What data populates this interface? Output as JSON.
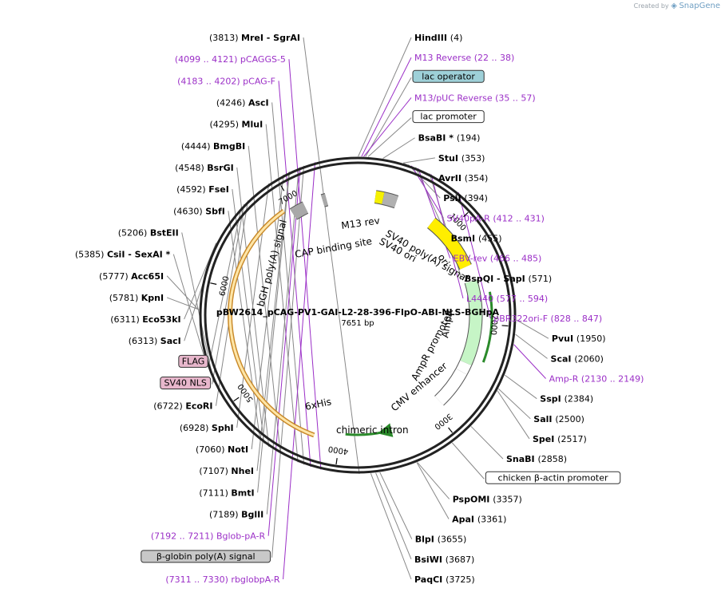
{
  "app": {
    "credit_prefix": "Created by",
    "credit_brand": "SnapGene"
  },
  "plasmid": {
    "name": "pBW2614_pCAG-PV1-GAI-L2-28-396-FlpO-ABI-NLS-BGHpA",
    "length_label": "7651 bp",
    "length": 7651
  },
  "colors": {
    "enzyme": "#000000",
    "primer": "#9b2fc7",
    "line": "#888888",
    "backbone": "#222222"
  },
  "ticks": [
    {
      "pos": 1000,
      "label": "1000"
    },
    {
      "pos": 2000,
      "label": "2000"
    },
    {
      "pos": 3000,
      "label": "3000"
    },
    {
      "pos": 4000,
      "label": "4000"
    },
    {
      "pos": 5000,
      "label": "5000"
    },
    {
      "pos": 6000,
      "label": "6000"
    },
    {
      "pos": 7000,
      "label": "7000"
    }
  ],
  "right_labels": [
    {
      "kind": "enzyme",
      "name": "HindIII",
      "coord": "(4)",
      "pos": 4
    },
    {
      "kind": "primer",
      "name": "M13 Reverse",
      "coord": "(22 .. 38)",
      "pos": 30
    },
    {
      "kind": "box",
      "name": "lac operator",
      "pos": 60,
      "fill": "#9ed0d8"
    },
    {
      "kind": "primer",
      "name": "M13/pUC Reverse",
      "coord": "(35 .. 57)",
      "pos": 46
    },
    {
      "kind": "box",
      "name": "lac promoter",
      "pos": 80,
      "fill": "#ffffff"
    },
    {
      "kind": "enzyme",
      "name": "BsaBI *",
      "coord": "(194)",
      "pos": 194
    },
    {
      "kind": "enzyme",
      "name": "StuI",
      "coord": "(353)",
      "pos": 353
    },
    {
      "kind": "enzyme",
      "name": "AvrII",
      "coord": "(354)",
      "pos": 354
    },
    {
      "kind": "enzyme",
      "name": "PsiI",
      "coord": "(394)",
      "pos": 394
    },
    {
      "kind": "primer",
      "name": "SV40pA-R",
      "coord": "(412 .. 431)",
      "pos": 421
    },
    {
      "kind": "enzyme",
      "name": "BsmI",
      "coord": "(455)",
      "pos": 455
    },
    {
      "kind": "primer",
      "name": "EBV-rev",
      "coord": "(466 .. 485)",
      "pos": 475
    },
    {
      "kind": "enzyme",
      "name": "BspQI - SapI",
      "coord": "(571)",
      "pos": 571
    },
    {
      "kind": "primer",
      "name": "L4440",
      "coord": "(577 .. 594)",
      "pos": 585
    },
    {
      "kind": "primer",
      "name": "pBR322ori-F",
      "coord": "(828 .. 847)",
      "pos": 837
    },
    {
      "kind": "enzyme",
      "name": "PvuI",
      "coord": "(1950)",
      "pos": 1950
    },
    {
      "kind": "enzyme",
      "name": "ScaI",
      "coord": "(2060)",
      "pos": 2060
    },
    {
      "kind": "primer",
      "name": "Amp-R",
      "coord": "(2130 .. 2149)",
      "pos": 2139
    },
    {
      "kind": "enzyme",
      "name": "SspI",
      "coord": "(2384)",
      "pos": 2384
    },
    {
      "kind": "enzyme",
      "name": "SalI",
      "coord": "(2500)",
      "pos": 2500
    },
    {
      "kind": "enzyme",
      "name": "SpeI",
      "coord": "(2517)",
      "pos": 2517
    },
    {
      "kind": "enzyme",
      "name": "SnaBI",
      "coord": "(2858)",
      "pos": 2858
    },
    {
      "kind": "box",
      "name": "chicken β-actin promoter",
      "pos": 3050,
      "fill": "#ffffff"
    },
    {
      "kind": "enzyme",
      "name": "PspOMI",
      "coord": "(3357)",
      "pos": 3357
    },
    {
      "kind": "enzyme",
      "name": "ApaI",
      "coord": "(3361)",
      "pos": 3361
    },
    {
      "kind": "enzyme",
      "name": "BlpI",
      "coord": "(3655)",
      "pos": 3655
    },
    {
      "kind": "enzyme",
      "name": "BsiWI",
      "coord": "(3687)",
      "pos": 3687
    },
    {
      "kind": "enzyme",
      "name": "PaqCI",
      "coord": "(3725)",
      "pos": 3725
    }
  ],
  "left_labels": [
    {
      "kind": "enzyme",
      "name": "MreI - SgrAI",
      "coord": "(3813)",
      "pos": 3813
    },
    {
      "kind": "primer",
      "name": "pCAGGS-5",
      "coord": "(4099 .. 4121)",
      "pos": 4110
    },
    {
      "kind": "primer",
      "name": "pCAG-F",
      "coord": "(4183 .. 4202)",
      "pos": 4192
    },
    {
      "kind": "enzyme",
      "name": "AscI",
      "coord": "(4246)",
      "pos": 4246
    },
    {
      "kind": "enzyme",
      "name": "MluI",
      "coord": "(4295)",
      "pos": 4295
    },
    {
      "kind": "enzyme",
      "name": "BmgBI",
      "coord": "(4444)",
      "pos": 4444
    },
    {
      "kind": "enzyme",
      "name": "BsrGI",
      "coord": "(4548)",
      "pos": 4548
    },
    {
      "kind": "enzyme",
      "name": "FseI",
      "coord": "(4592)",
      "pos": 4592
    },
    {
      "kind": "enzyme",
      "name": "SbfI",
      "coord": "(4630)",
      "pos": 4630
    },
    {
      "kind": "enzyme",
      "name": "BstEII",
      "coord": "(5206)",
      "pos": 5206
    },
    {
      "kind": "enzyme",
      "name": "CsiI - SexAI *",
      "coord": "(5385)",
      "pos": 5385
    },
    {
      "kind": "enzyme",
      "name": "Acc65I",
      "coord": "(5777)",
      "pos": 5777
    },
    {
      "kind": "enzyme",
      "name": "KpnI",
      "coord": "(5781)",
      "pos": 5781
    },
    {
      "kind": "enzyme",
      "name": "Eco53kI",
      "coord": "(6311)",
      "pos": 6311
    },
    {
      "kind": "enzyme",
      "name": "SacI",
      "coord": "(6313)",
      "pos": 6313
    },
    {
      "kind": "box",
      "name": "FLAG",
      "pos": 6650,
      "fill": "#e8b7cc"
    },
    {
      "kind": "box",
      "name": "SV40 NLS",
      "pos": 6680,
      "fill": "#e8b7cc"
    },
    {
      "kind": "enzyme",
      "name": "EcoRI",
      "coord": "(6722)",
      "pos": 6722
    },
    {
      "kind": "enzyme",
      "name": "SphI",
      "coord": "(6928)",
      "pos": 6928
    },
    {
      "kind": "enzyme",
      "name": "NotI",
      "coord": "(7060)",
      "pos": 7060
    },
    {
      "kind": "enzyme",
      "name": "NheI",
      "coord": "(7107)",
      "pos": 7107
    },
    {
      "kind": "enzyme",
      "name": "BmtI",
      "coord": "(7111)",
      "pos": 7111
    },
    {
      "kind": "enzyme",
      "name": "BglII",
      "coord": "(7189)",
      "pos": 7189
    },
    {
      "kind": "primer",
      "name": "Bglob-pA-R",
      "coord": "(7192 .. 7211)",
      "pos": 7201
    },
    {
      "kind": "box",
      "name": "β-globin poly(A) signal",
      "pos": 7230,
      "fill": "#c8c8c8"
    },
    {
      "kind": "primer",
      "name": "rbglobpA-R",
      "coord": "(7311 .. 7330)",
      "pos": 7320
    }
  ],
  "features": [
    {
      "name": "ori",
      "start": 820,
      "end": 1400,
      "dir": 1,
      "color": "#ffee00",
      "ring": 148,
      "width": 15
    },
    {
      "name": "AmpR",
      "start": 1560,
      "end": 2420,
      "dir": -1,
      "color": "#c6f5c6",
      "ring": 148,
      "width": 15
    },
    {
      "name": "AmpR promoter",
      "start": 2420,
      "end": 2520,
      "dir": -1,
      "color": "#ffffff",
      "ring": 148,
      "width": 15
    },
    {
      "name": "CMV enhancer",
      "start": 2520,
      "end": 2900,
      "dir": 1,
      "color": "#ffffff",
      "ring": 148,
      "width": 15
    },
    {
      "name": "SV40 poly(A) signal",
      "start": 260,
      "end": 400,
      "dir": 0,
      "color": "#b0b0b0",
      "ring": 150,
      "width": 15
    },
    {
      "name": "SV40 ori",
      "start": 180,
      "end": 260,
      "dir": 0,
      "color": "#f5f000",
      "ring": 150,
      "width": 15
    },
    {
      "name": "bGH poly(A) signal",
      "start": 6960,
      "end": 7100,
      "dir": 0,
      "color": "#a8a8a8",
      "ring": 150,
      "width": 15
    },
    {
      "name": "β-globin poly(A) signal",
      "start": 7290,
      "end": 7330,
      "dir": 0,
      "color": "#a8a8a8",
      "ring": 150,
      "width": 15
    }
  ],
  "inner_labels": {
    "m13_rev": "M13 rev",
    "cap": "CAP binding site",
    "sv40_polya": "SV40 poly(A) signal",
    "sv40_ori": "SV40 ori",
    "bgh": "bGH poly(A) signal",
    "ori": "ori",
    "ampr": "AmpR",
    "ampr_promoter": "AmpR promoter",
    "cmv": "CMV enhancer",
    "chimeric": "chimeric intron",
    "his": "6xHis"
  }
}
